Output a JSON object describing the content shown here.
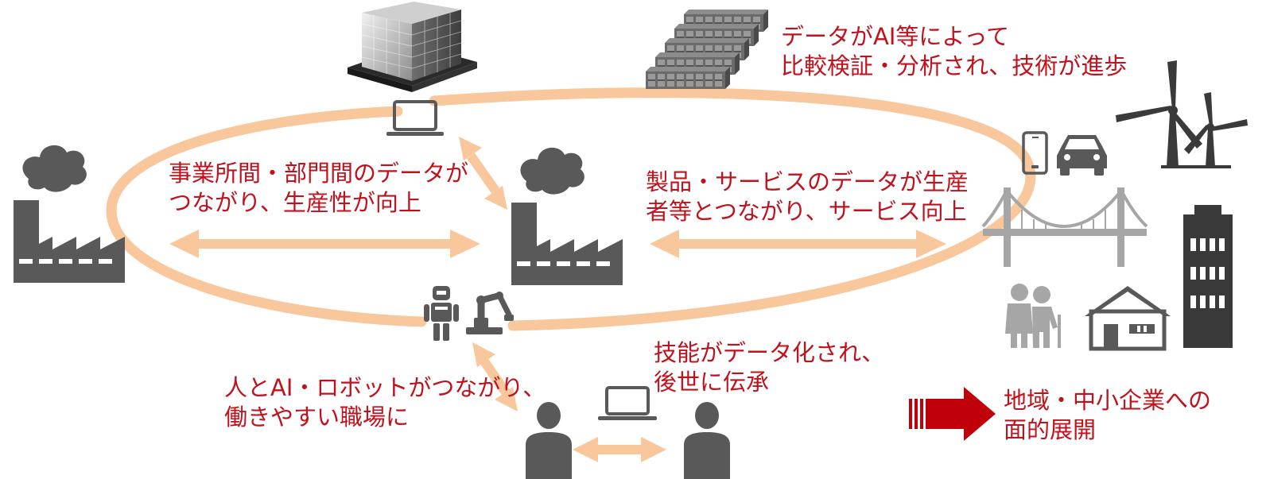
{
  "colors": {
    "loop": "#f8c79b",
    "arrow": "#f8c79b",
    "text_red": "#c0121d",
    "icon_dark": "#595959",
    "icon_gray": "#a6a6a6",
    "deploy_arrow": "#c0000b"
  },
  "icons": {
    "left_factory": "factory-icon",
    "center_factory": "factory-icon",
    "hq_building": "office-building-icon",
    "server_racks": "server-rack-icon",
    "laptop_top": "laptop-icon",
    "laptop_bottom": "laptop-icon",
    "humanoid_robot": "humanoid-robot-icon",
    "robot_arm": "robot-arm-icon",
    "worker_left": "person-icon",
    "worker_right": "person-icon",
    "smartphone": "smartphone-icon",
    "car": "car-icon",
    "wind_turbines": "wind-turbine-icon",
    "bridge": "suspension-bridge-icon",
    "apartment": "apartment-building-icon",
    "elderly_people": "elderly-couple-icon",
    "house": "house-icon"
  },
  "labels": {
    "ai_analysis": [
      "データがAI等によって",
      "比較検証・分析され、技術が進歩"
    ],
    "site_connection": [
      "事業所間・部門間のデータが",
      "つながり、生産性が向上"
    ],
    "product_service": [
      "製品・サービスのデータが生産",
      "者等とつながり、サービス向上"
    ],
    "skill_transfer": [
      "技能がデータ化され、",
      "後世に伝承"
    ],
    "human_ai_robot": [
      "人とAI・ロボットがつながり、",
      "働きやすい職場に"
    ],
    "regional_rollout": [
      "地域・中小企業への",
      "面的展開"
    ]
  }
}
